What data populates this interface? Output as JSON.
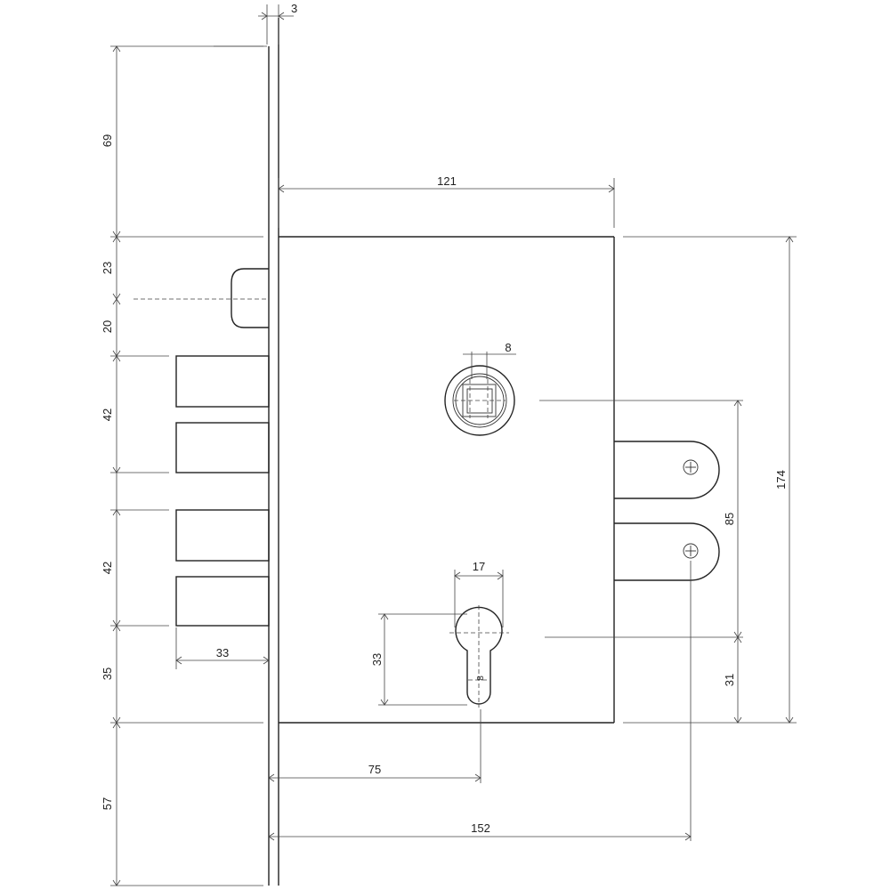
{
  "dimensions": {
    "faceplate_thickness": "3",
    "top_to_body": "69",
    "body_width": "121",
    "top_to_latch": "23",
    "latch_to_bolt": "20",
    "bolt_group_upper": "42",
    "bolt_group_lower": "42",
    "bolt_projection": "33",
    "bolt_to_body_bottom": "35",
    "body_to_plate_bottom": "57",
    "spindle_size": "8",
    "cylinder_width": "17",
    "cylinder_height": "33",
    "cylinder_diameter": "8",
    "backset": "75",
    "fixing_hole_distance": "152",
    "body_height": "174",
    "spindle_to_cylinder": "85",
    "cylinder_to_body_bottom": "31"
  }
}
